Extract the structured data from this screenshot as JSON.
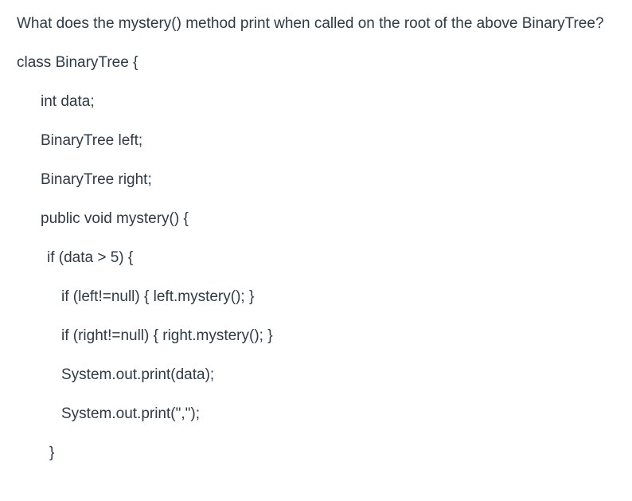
{
  "page": {
    "background_color": "#ffffff",
    "text_color": "#2d3b45"
  },
  "question": {
    "text": "What does the mystery() method print when called on the root of the above BinaryTree?"
  },
  "code": {
    "language": "java",
    "lines": [
      {
        "text": "class BinaryTree {"
      },
      {
        "text": "int data;"
      },
      {
        "text": "BinaryTree left;"
      },
      {
        "text": "BinaryTree right;"
      },
      {
        "text": "public void mystery() {"
      },
      {
        "text": "if (data > 5) {"
      },
      {
        "text": "if (left!=null) { left.mystery(); }"
      },
      {
        "text": "if (right!=null) { right.mystery(); }"
      },
      {
        "text": "System.out.print(data);"
      },
      {
        "text": "System.out.print(\",\");"
      },
      {
        "text": "}"
      }
    ]
  }
}
